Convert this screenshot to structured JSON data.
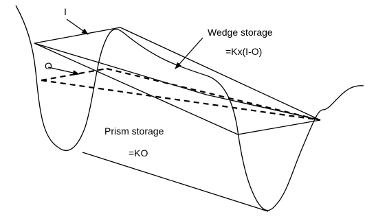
{
  "labels": {
    "inflow": "I",
    "outflow": "O",
    "wedge_title": "Wedge storage",
    "wedge_formula": "=Kx(I-O)",
    "prism_title": "Prism storage",
    "prism_formula": "=KO"
  },
  "colors": {
    "line": "#000000",
    "background": "#ffffff"
  }
}
